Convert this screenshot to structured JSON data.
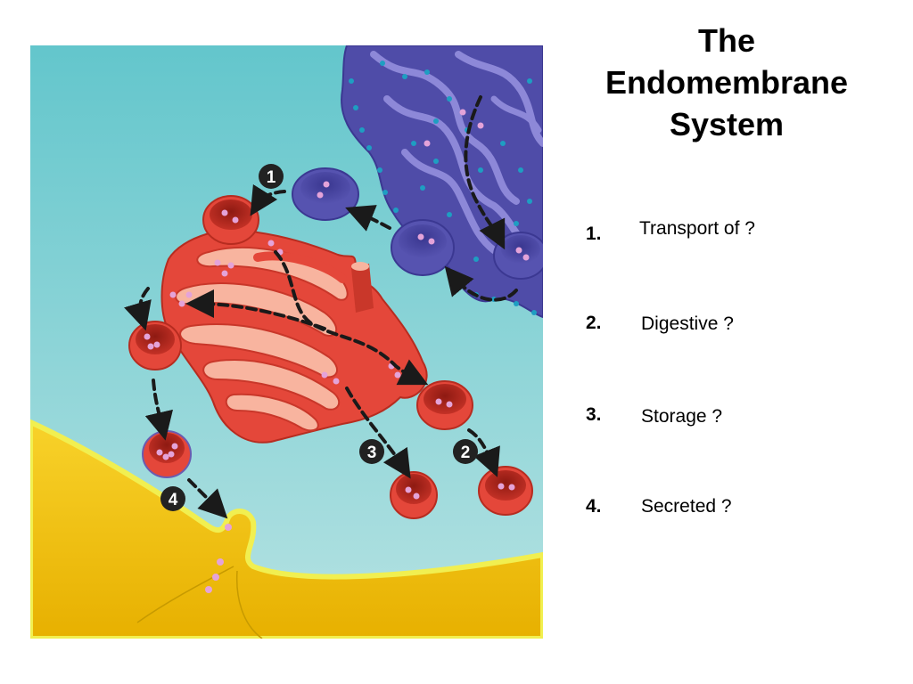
{
  "title": {
    "line1": "The",
    "line2": "Endomembrane",
    "line3": "System"
  },
  "items": [
    {
      "number": "1.",
      "text": "Transport of ?"
    },
    {
      "number": "2.",
      "text": "Digestive ?"
    },
    {
      "number": "3.",
      "text": "Storage ?"
    },
    {
      "number": "4.",
      "text": "Secreted ?"
    }
  ],
  "diagram": {
    "markers": [
      "1",
      "2",
      "3",
      "4"
    ],
    "colors": {
      "cytoplasm": "#6cc9cf",
      "membrane": "#f6c90e",
      "golgi": "#e4473a",
      "golgi_inner": "#f7a98f",
      "er": "#5a57b0",
      "ribosome": "#1e9ec2",
      "cargo": "#d58bd1"
    }
  }
}
